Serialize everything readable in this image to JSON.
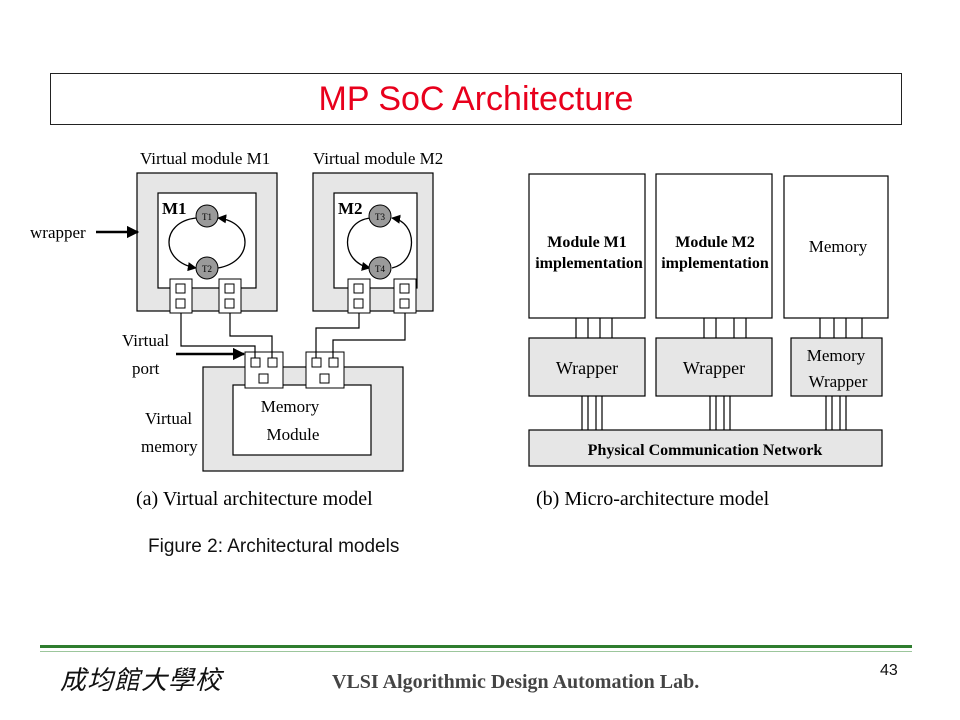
{
  "title": "MP SoC Architecture",
  "caption": "Figure 2: Architectural models",
  "virtual_model": {
    "module_m1_label": "Virtual module M1",
    "module_m2_label": "Virtual module M2",
    "m1": "M1",
    "m2": "M2",
    "tasks": [
      "T1",
      "T2",
      "T3",
      "T4"
    ],
    "wrapper_label": "wrapper",
    "virtual_port_label": [
      "Virtual",
      "port"
    ],
    "virtual_memory_label": [
      "Virtual",
      "memory"
    ],
    "memory_module_label": [
      "Memory",
      "Module"
    ],
    "subcaption": "(a) Virtual architecture model"
  },
  "micro_model": {
    "module_m1_impl": [
      "Module M1",
      "implementation"
    ],
    "module_m2_impl": [
      "Module M2",
      "implementation"
    ],
    "memory": "Memory",
    "wrapper1": "Wrapper",
    "wrapper2": "Wrapper",
    "memory_wrapper": [
      "Memory",
      "Wrapper"
    ],
    "network": "Physical Communication Network",
    "subcaption": "(b) Micro-architecture model"
  },
  "footer": {
    "university": "成均館大學校",
    "lab": "VLSI Algorithmic Design Automation Lab.",
    "page_number": "43"
  },
  "colors": {
    "title": "#e8001c",
    "box_fill": "#e6e6e6",
    "task_fill": "#9a9a9a",
    "footer_line": "#2f7d2f"
  }
}
